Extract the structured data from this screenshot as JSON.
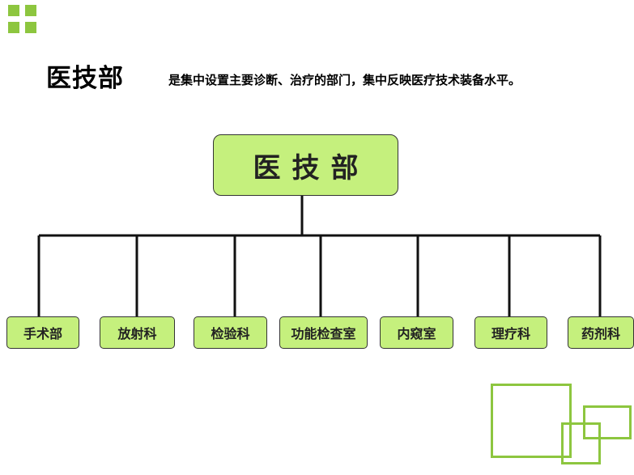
{
  "title": "医技部",
  "subtitle": "是集中设置主要诊断、治疗的部门，集中反映医疗技术装备水平。",
  "diagram": {
    "root": {
      "label": "医技部"
    },
    "children": [
      {
        "label": "手术部"
      },
      {
        "label": "放射科"
      },
      {
        "label": "检验科"
      },
      {
        "label": "功能检查室"
      },
      {
        "label": "内窥室"
      },
      {
        "label": "理疗科"
      },
      {
        "label": "药剂科"
      }
    ]
  },
  "colors": {
    "node_fill": "#c5f07d",
    "accent_green": "#8dc63f",
    "line": "#111111"
  }
}
